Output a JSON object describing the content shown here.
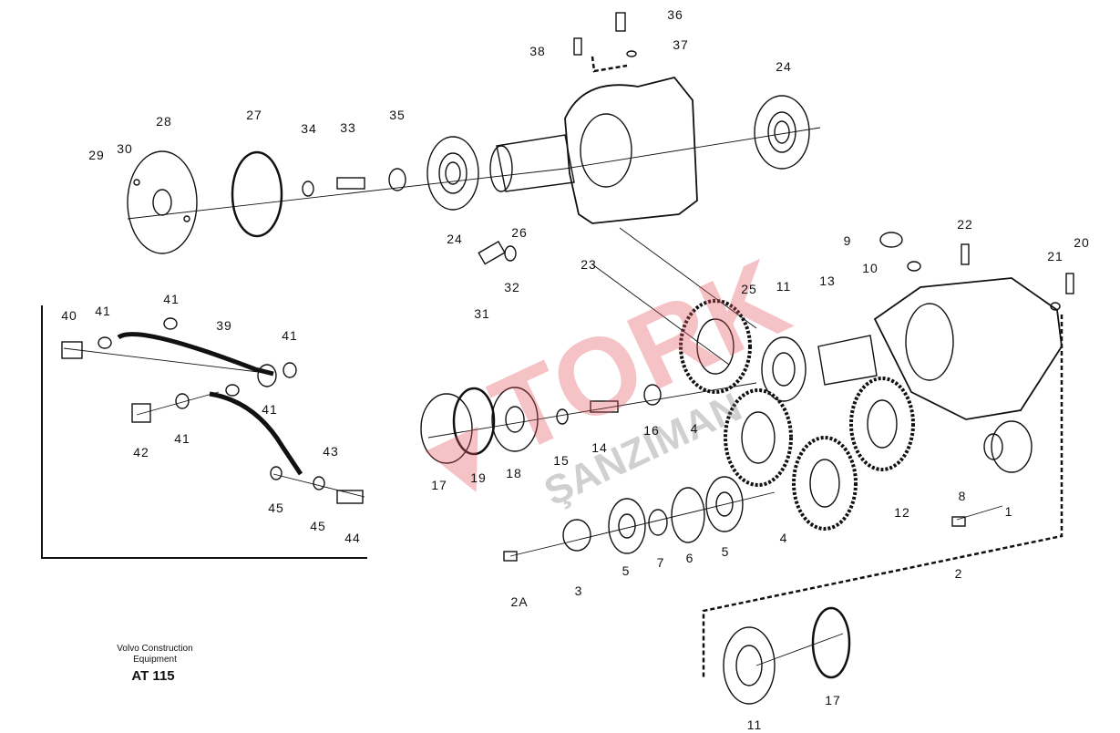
{
  "footer": {
    "company_line1": "Volvo Construction",
    "company_line2": "Equipment",
    "code": "AT 115"
  },
  "watermark": {
    "brand": "TORK",
    "sub": "ŞANZIMAN"
  },
  "part_labels": [
    "36",
    "37",
    "38",
    "24",
    "28",
    "27",
    "34",
    "33",
    "35",
    "29",
    "30",
    "24",
    "26",
    "23",
    "22",
    "20",
    "9",
    "21",
    "10",
    "31",
    "32",
    "25",
    "11",
    "13",
    "41",
    "41",
    "40",
    "39",
    "41",
    "41",
    "42",
    "41",
    "43",
    "17",
    "19",
    "18",
    "15",
    "14",
    "16",
    "4",
    "8",
    "1",
    "12",
    "4",
    "45",
    "45",
    "44",
    "5",
    "7",
    "6",
    "5",
    "3",
    "2",
    "2A",
    "11",
    "17"
  ]
}
